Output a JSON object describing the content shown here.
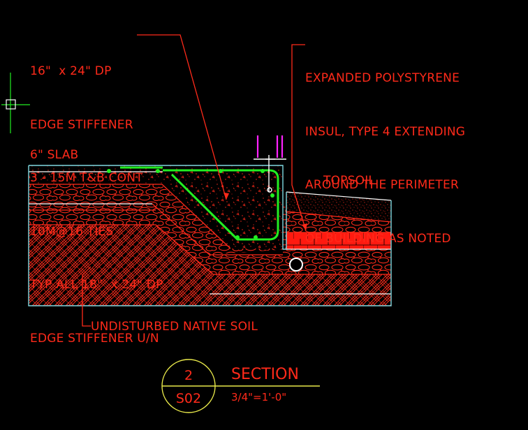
{
  "labels": {
    "edge_stiffener_note": [
      "16\"  x 24\" DP",
      "EDGE STIFFENER",
      "3 - 15M T&B CONT",
      "10M@16 TIES",
      "TYP ALL 18\"  x 24\" DP",
      "EDGE STIFFENER U/N"
    ],
    "insulation_note": [
      "EXPANDED POLYSTYRENE",
      "INSUL, TYPE 4 EXTENDING",
      "AROUND THE PERIMETER",
      "OF BUILDING AS NOTED"
    ],
    "slab": "6\" SLAB",
    "topsoil": "TOPSOIL",
    "native_soil": "UNDISTURBED NATIVE SOIL"
  },
  "title_block": {
    "detail_number": "2",
    "sheet": "S02",
    "title": "SECTION",
    "scale": "3/4\"=1'-0\""
  },
  "colors": {
    "background": "#000000",
    "annotation": "#ff2a1a",
    "hatch": "#ff2a1a",
    "rebar": "#22ee22",
    "outline": "#7fd8e0",
    "magenta": "#ff22ff",
    "ucs": "#22ee22",
    "title_underline": "#e8e84a"
  },
  "icons": {
    "cursor": "crosshair-pickbox-icon",
    "drain": "drain-pipe-icon"
  }
}
